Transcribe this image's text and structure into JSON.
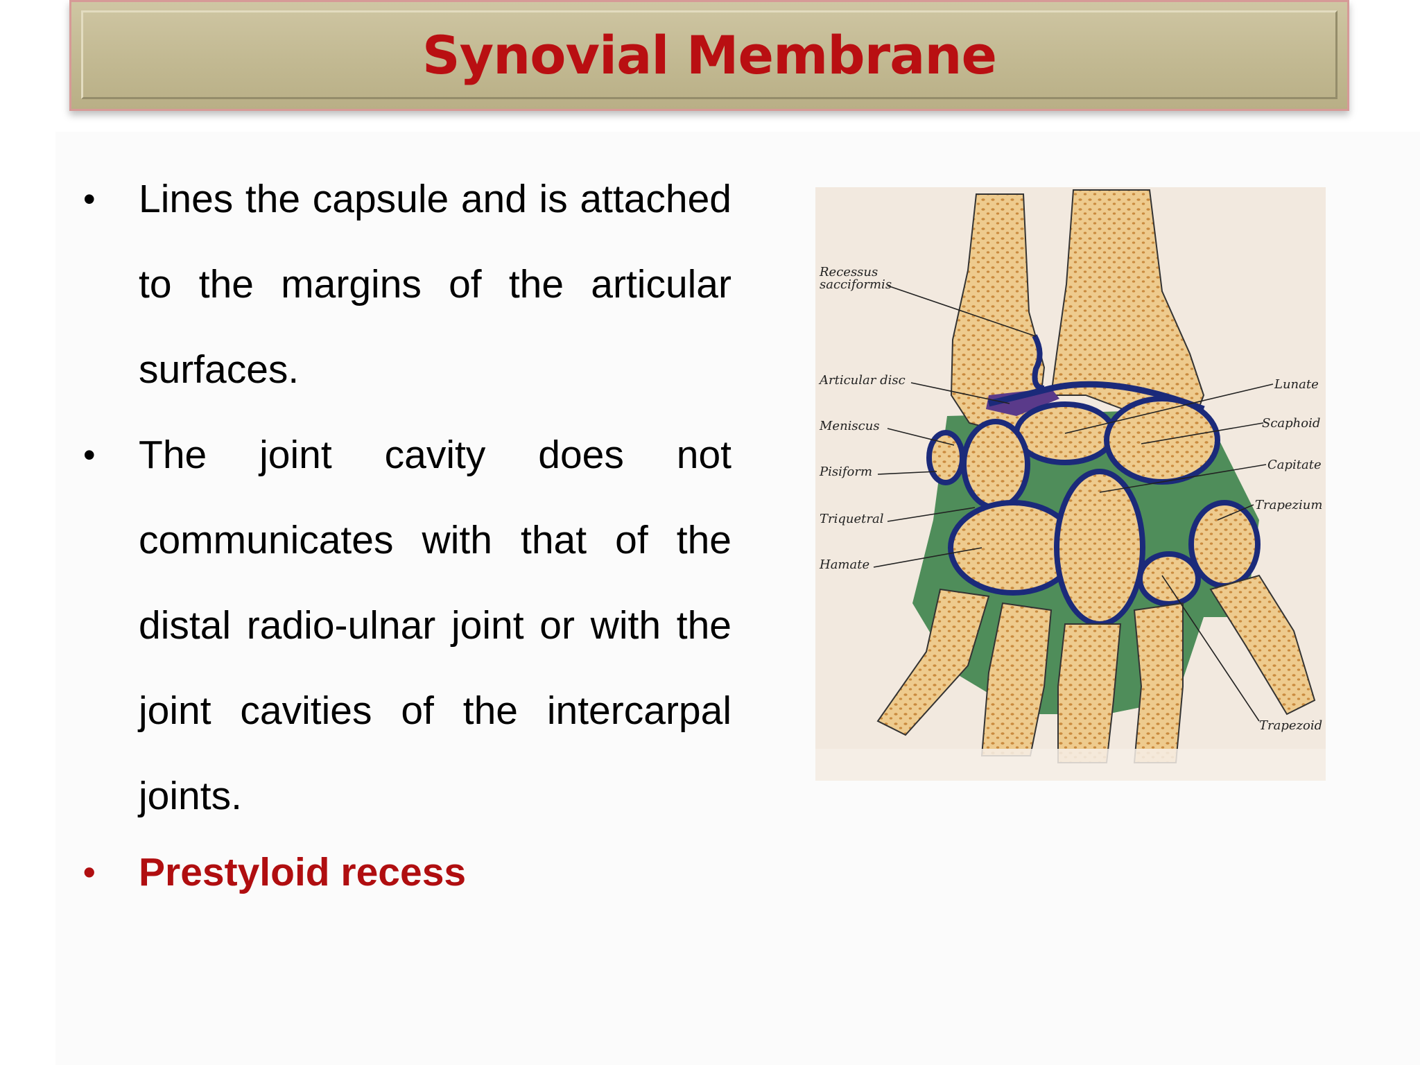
{
  "title": "Synovial Membrane",
  "bullets": [
    {
      "text": "Lines the capsule and is attached to the margins of the articular surfaces."
    },
    {
      "text": "The joint cavity does not communicates with that of the distal radio-ulnar joint or with the joint cavities of the intercarpal joints."
    },
    {
      "text": "Prestyloid recess"
    }
  ],
  "figure": {
    "labels": {
      "recessus_1": "Recessus",
      "recessus_2": "sacciformis",
      "articular_disc": "Articular disc",
      "meniscus": "Meniscus",
      "pisiform": "Pisiform",
      "triquetral": "Triquetral",
      "hamate": "Hamate",
      "lunate": "Lunate",
      "scaphoid": "Scaphoid",
      "capitate": "Capitate",
      "trapezium": "Trapezium",
      "trapezoid": "Trapezoid"
    },
    "colors": {
      "bone": "#eecb8e",
      "bone_dots": "#c98a3e",
      "synovium": "#1b2a7a",
      "ligament": "#4f8d5a",
      "disc": "#5a3a8a"
    }
  },
  "colors": {
    "title": "#b90f12",
    "highlight_bullet": "#b00e10"
  }
}
